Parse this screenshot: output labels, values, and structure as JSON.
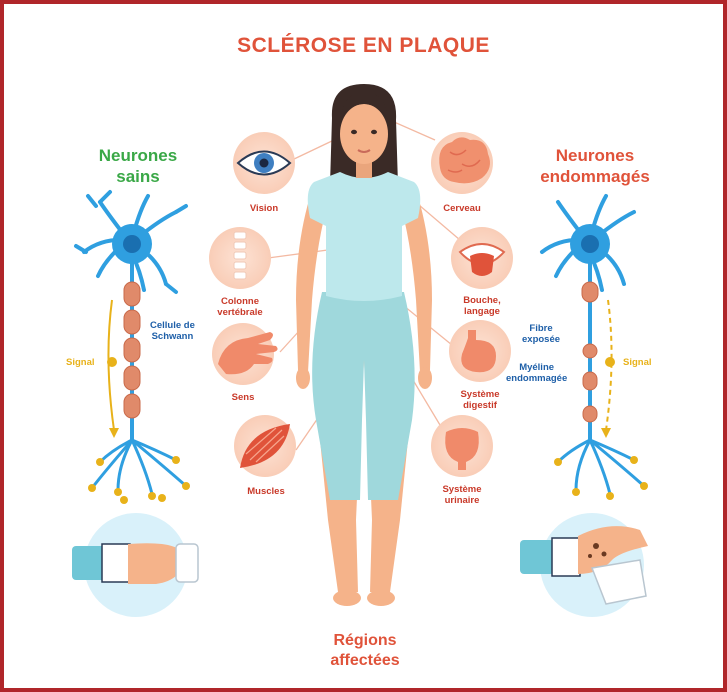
{
  "title": "SCLÉROSE EN PLAQUE",
  "left_heading": [
    "Neurones",
    "sains"
  ],
  "right_heading": [
    "Neurones",
    "endommagés"
  ],
  "left_labels": {
    "cellule": [
      "Cellule de",
      "Schwann"
    ],
    "signal": "Signal"
  },
  "right_labels": {
    "fibre": [
      "Fibre",
      "exposée"
    ],
    "myeline": [
      "Myéline",
      "endommagée"
    ],
    "signal": "Signal"
  },
  "regions": [
    {
      "id": "vision",
      "lines": [
        "Vision"
      ],
      "icon": "eye-icon"
    },
    {
      "id": "colonne",
      "lines": [
        "Colonne",
        "vertébrale"
      ],
      "icon": "spine-icon"
    },
    {
      "id": "sens",
      "lines": [
        "Sens"
      ],
      "icon": "hand-icon"
    },
    {
      "id": "muscles",
      "lines": [
        "Muscles"
      ],
      "icon": "muscle-icon"
    },
    {
      "id": "cerveau",
      "lines": [
        "Cerveau"
      ],
      "icon": "brain-icon"
    },
    {
      "id": "bouche",
      "lines": [
        "Bouche,",
        "langage"
      ],
      "icon": "mouth-icon"
    },
    {
      "id": "digestif",
      "lines": [
        "Système",
        "digestif"
      ],
      "icon": "stomach-icon"
    },
    {
      "id": "urinaire",
      "lines": [
        "Système",
        "urinaire"
      ],
      "icon": "bladder-icon"
    }
  ],
  "bottom_label": [
    "Régions",
    "affectées"
  ],
  "colors": {
    "frame": "#b0262a",
    "title": "#e0533a",
    "healthy": "#3aa847",
    "neuron": "#2f9fe0",
    "myelin": "#e08a6a",
    "signal": "#e8b21a",
    "skin": "#f5b38a",
    "clothes": "#9fd8dc"
  }
}
